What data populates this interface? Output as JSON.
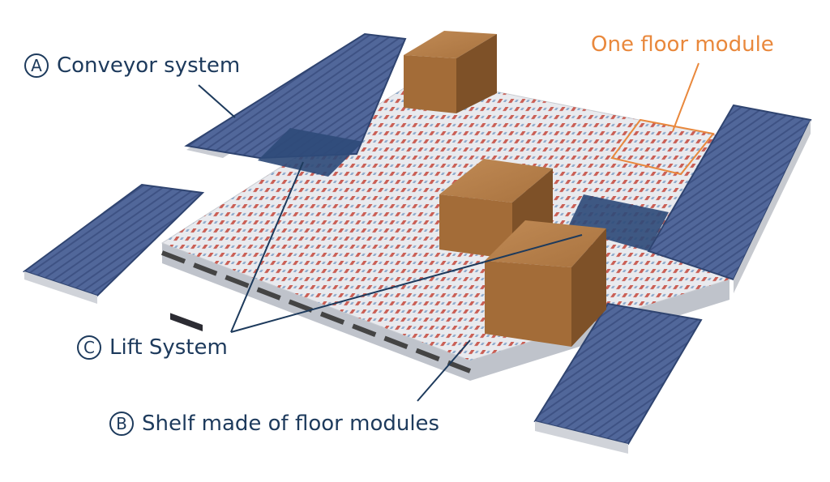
{
  "labels": {
    "conveyor": {
      "letter": "A",
      "text": "Conveyor system"
    },
    "lift": {
      "letter": "C",
      "text": "Lift System"
    },
    "shelf": {
      "letter": "B",
      "text": "Shelf made of floor modules"
    },
    "floor_module": "One floor module"
  },
  "colors": {
    "callout_text": "#1d3a5c",
    "floor_module_accent": "#e9883c",
    "conveyor_blue": "#4a5f8e",
    "lift_blue": "#2f4b79",
    "box_brown": "#9c6a3a",
    "platform_grey": "#e8e8ec",
    "floor_dot_red": "#c4473a",
    "floor_dot_blue": "#7fa0c6"
  }
}
